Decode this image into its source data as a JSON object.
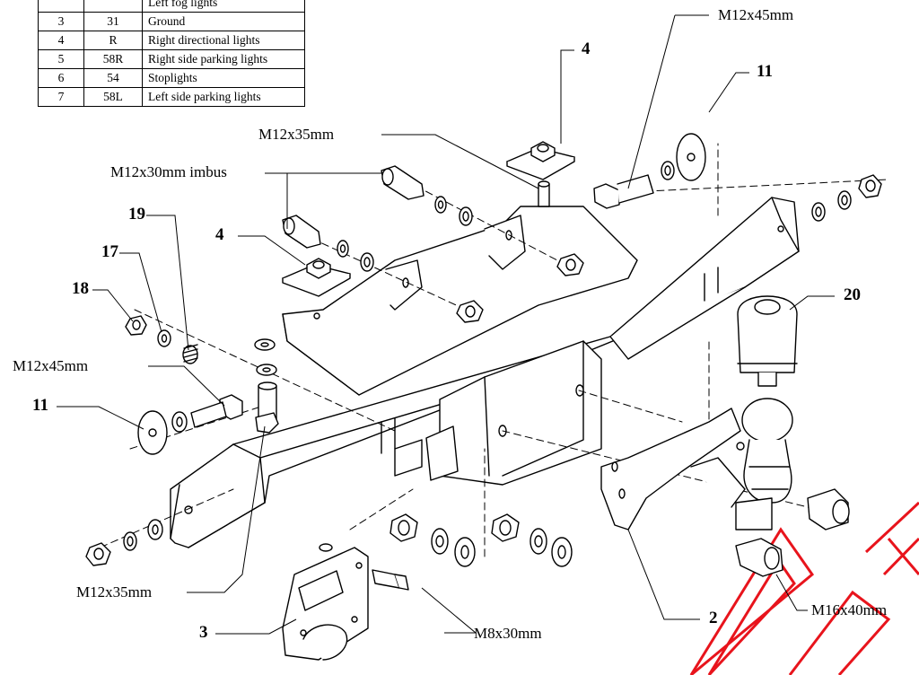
{
  "pin_table": {
    "rows": [
      [
        "",
        "",
        "Left fog lights"
      ],
      [
        "3",
        "31",
        "Ground"
      ],
      [
        "4",
        "R",
        "Right directional lights"
      ],
      [
        "5",
        "58R",
        "Right side parking lights"
      ],
      [
        "6",
        "54",
        "Stoplights"
      ],
      [
        "7",
        "58L",
        "Left side parking lights"
      ]
    ]
  },
  "labels": {
    "m12x45_top": "M12x45mm",
    "m12x35_top": "M12x35mm",
    "m12x30_imbus": "M12x30mm imbus",
    "m12x45_left": "M12x45mm",
    "m12x35_bottom": "M12x35mm",
    "m8x30": "M8x30mm",
    "m16x40": "M16x40mm"
  },
  "part_numbers": {
    "p4_top": "4",
    "p11_right": "11",
    "p4_left": "4",
    "p19": "19",
    "p17": "17",
    "p18": "18",
    "p20": "20",
    "p11_left": "11",
    "p2": "2",
    "p3": "3"
  },
  "colors": {
    "line": "#000000",
    "background": "#ffffff",
    "watermark": "#e8141c"
  }
}
